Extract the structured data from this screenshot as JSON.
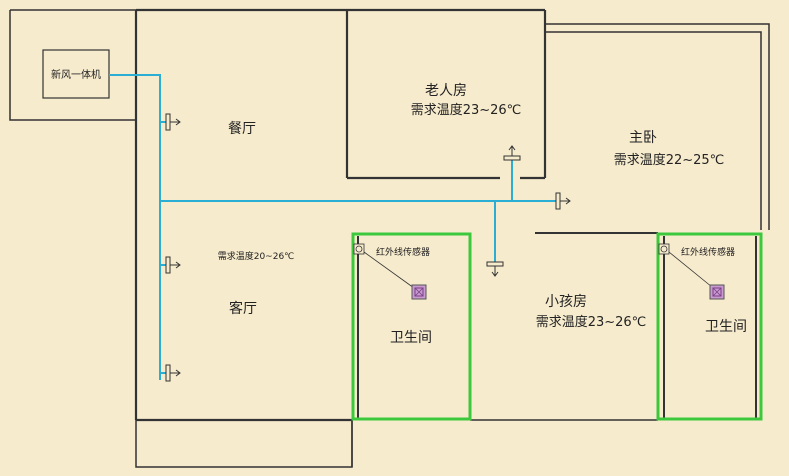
{
  "colors": {
    "background": "#f7ebcd",
    "wall": "#333333",
    "duct": "#2aaed3",
    "bathroom_border": "#3cc83c",
    "sensor_fill": "#c89ad0"
  },
  "unit": {
    "label": "新风一体机"
  },
  "rooms": {
    "dining": {
      "name": "餐厅"
    },
    "elder": {
      "name": "老人房",
      "temp": "需求温度23~26℃"
    },
    "master": {
      "name": "主卧",
      "temp": "需求温度22~25℃"
    },
    "living": {
      "name": "客厅",
      "temp": "需求温度20~26℃"
    },
    "bath1": {
      "name": "卫生间",
      "sensor_label": "红外线传感器"
    },
    "child": {
      "name": "小孩房",
      "temp": "需求温度23~26℃"
    },
    "bath2": {
      "name": "卫生间",
      "sensor_label": "红外线传感器"
    }
  },
  "icons": {
    "vent": "vent-outlet-icon",
    "sensor": "infrared-sensor-icon",
    "sensor_indicator": "sensor-indicator-icon"
  }
}
